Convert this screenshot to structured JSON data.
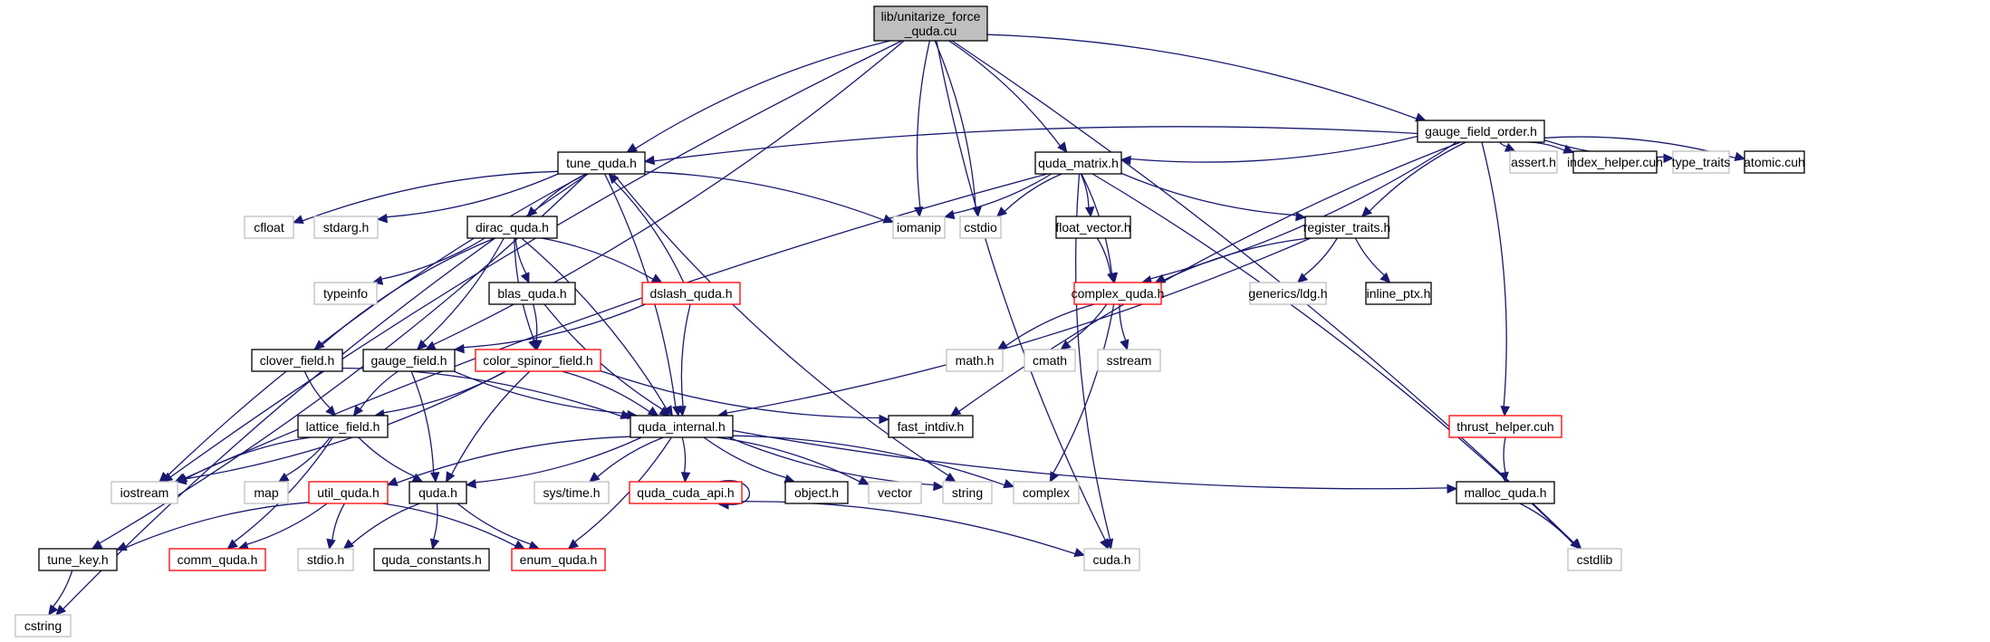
{
  "diagram": {
    "title": "Include dependency graph for unitarize_force_quda.cu",
    "style_colors": {
      "edge": "#191970",
      "root_fill": "#bfbfbf",
      "documented_border": "#000000",
      "undocumented_border": "#ff0000",
      "external_border": "#bfbfbf"
    },
    "nodes": [
      {
        "id": "root",
        "label": [
          "lib/unitarize_force",
          "_quda.cu"
        ],
        "kind": "root"
      },
      {
        "id": "gauge_field_order",
        "label": [
          "gauge_field_order.h"
        ],
        "kind": "documented"
      },
      {
        "id": "tune_quda",
        "label": [
          "tune_quda.h"
        ],
        "kind": "documented"
      },
      {
        "id": "quda_matrix",
        "label": [
          "quda_matrix.h"
        ],
        "kind": "documented"
      },
      {
        "id": "assert",
        "label": [
          "assert.h"
        ],
        "kind": "external"
      },
      {
        "id": "index_helper",
        "label": [
          "index_helper.cuh"
        ],
        "kind": "documented"
      },
      {
        "id": "type_traits",
        "label": [
          "type_traits"
        ],
        "kind": "external"
      },
      {
        "id": "atomic",
        "label": [
          "atomic.cuh"
        ],
        "kind": "documented"
      },
      {
        "id": "cfloat",
        "label": [
          "cfloat"
        ],
        "kind": "external"
      },
      {
        "id": "stdarg",
        "label": [
          "stdarg.h"
        ],
        "kind": "external"
      },
      {
        "id": "dirac_quda",
        "label": [
          "dirac_quda.h"
        ],
        "kind": "documented"
      },
      {
        "id": "iomanip",
        "label": [
          "iomanip"
        ],
        "kind": "external"
      },
      {
        "id": "cstdio",
        "label": [
          "cstdio"
        ],
        "kind": "external"
      },
      {
        "id": "float_vector",
        "label": [
          "float_vector.h"
        ],
        "kind": "documented"
      },
      {
        "id": "register_traits",
        "label": [
          "register_traits.h"
        ],
        "kind": "documented"
      },
      {
        "id": "typeinfo",
        "label": [
          "typeinfo"
        ],
        "kind": "external"
      },
      {
        "id": "blas_quda",
        "label": [
          "blas_quda.h"
        ],
        "kind": "documented"
      },
      {
        "id": "dslash_quda",
        "label": [
          "dslash_quda.h"
        ],
        "kind": "undocumented"
      },
      {
        "id": "complex_quda",
        "label": [
          "complex_quda.h"
        ],
        "kind": "undocumented"
      },
      {
        "id": "generics_ldg",
        "label": [
          "generics/ldg.h"
        ],
        "kind": "external"
      },
      {
        "id": "inline_ptx",
        "label": [
          "inline_ptx.h"
        ],
        "kind": "documented"
      },
      {
        "id": "clover_field",
        "label": [
          "clover_field.h"
        ],
        "kind": "documented"
      },
      {
        "id": "gauge_field",
        "label": [
          "gauge_field.h"
        ],
        "kind": "documented"
      },
      {
        "id": "color_spinor_field",
        "label": [
          "color_spinor_field.h"
        ],
        "kind": "undocumented"
      },
      {
        "id": "math_h",
        "label": [
          "math.h"
        ],
        "kind": "external"
      },
      {
        "id": "cmath",
        "label": [
          "cmath"
        ],
        "kind": "external"
      },
      {
        "id": "sstream",
        "label": [
          "sstream"
        ],
        "kind": "external"
      },
      {
        "id": "lattice_field",
        "label": [
          "lattice_field.h"
        ],
        "kind": "documented"
      },
      {
        "id": "quda_internal",
        "label": [
          "quda_internal.h"
        ],
        "kind": "documented"
      },
      {
        "id": "fast_intdiv",
        "label": [
          "fast_intdiv.h"
        ],
        "kind": "documented"
      },
      {
        "id": "thrust_helper",
        "label": [
          "thrust_helper.cuh"
        ],
        "kind": "undocumented"
      },
      {
        "id": "iostream",
        "label": [
          "iostream"
        ],
        "kind": "external"
      },
      {
        "id": "map",
        "label": [
          "map"
        ],
        "kind": "external"
      },
      {
        "id": "util_quda",
        "label": [
          "util_quda.h"
        ],
        "kind": "undocumented"
      },
      {
        "id": "quda_h",
        "label": [
          "quda.h"
        ],
        "kind": "documented"
      },
      {
        "id": "sys_time",
        "label": [
          "sys/time.h"
        ],
        "kind": "external"
      },
      {
        "id": "quda_cuda_api",
        "label": [
          "quda_cuda_api.h"
        ],
        "kind": "undocumented"
      },
      {
        "id": "object",
        "label": [
          "object.h"
        ],
        "kind": "documented"
      },
      {
        "id": "vector",
        "label": [
          "vector"
        ],
        "kind": "external"
      },
      {
        "id": "string",
        "label": [
          "string"
        ],
        "kind": "external"
      },
      {
        "id": "complex",
        "label": [
          "complex"
        ],
        "kind": "external"
      },
      {
        "id": "malloc_quda",
        "label": [
          "malloc_quda.h"
        ],
        "kind": "documented"
      },
      {
        "id": "tune_key",
        "label": [
          "tune_key.h"
        ],
        "kind": "documented"
      },
      {
        "id": "comm_quda",
        "label": [
          "comm_quda.h"
        ],
        "kind": "undocumented"
      },
      {
        "id": "stdio",
        "label": [
          "stdio.h"
        ],
        "kind": "external"
      },
      {
        "id": "quda_constants",
        "label": [
          "quda_constants.h"
        ],
        "kind": "documented"
      },
      {
        "id": "enum_quda",
        "label": [
          "enum_quda.h"
        ],
        "kind": "undocumented"
      },
      {
        "id": "cuda_h",
        "label": [
          "cuda.h"
        ],
        "kind": "external"
      },
      {
        "id": "cstdlib",
        "label": [
          "cstdlib"
        ],
        "kind": "external"
      },
      {
        "id": "cstring",
        "label": [
          "cstring"
        ],
        "kind": "external"
      }
    ],
    "edges": [
      [
        "root",
        "gauge_field_order"
      ],
      [
        "root",
        "tune_quda"
      ],
      [
        "root",
        "quda_matrix"
      ],
      [
        "root",
        "iomanip"
      ],
      [
        "root",
        "cstdio"
      ],
      [
        "root",
        "cuda_h"
      ],
      [
        "root",
        "cstdlib"
      ],
      [
        "root",
        "iostream"
      ],
      [
        "root",
        "gauge_field"
      ],
      [
        "gauge_field_order",
        "tune_quda"
      ],
      [
        "gauge_field_order",
        "quda_matrix"
      ],
      [
        "gauge_field_order",
        "assert"
      ],
      [
        "gauge_field_order",
        "index_helper"
      ],
      [
        "gauge_field_order",
        "type_traits"
      ],
      [
        "gauge_field_order",
        "atomic"
      ],
      [
        "gauge_field_order",
        "register_traits"
      ],
      [
        "gauge_field_order",
        "complex_quda"
      ],
      [
        "gauge_field_order",
        "fast_intdiv"
      ],
      [
        "gauge_field_order",
        "thrust_helper"
      ],
      [
        "tune_quda",
        "cfloat"
      ],
      [
        "tune_quda",
        "stdarg"
      ],
      [
        "tune_quda",
        "dirac_quda"
      ],
      [
        "tune_quda",
        "iomanip"
      ],
      [
        "tune_quda",
        "string"
      ],
      [
        "tune_quda",
        "quda_internal"
      ],
      [
        "tune_quda",
        "iostream"
      ],
      [
        "tune_quda",
        "tune_key"
      ],
      [
        "tune_quda",
        "cstring"
      ],
      [
        "quda_matrix",
        "iomanip"
      ],
      [
        "quda_matrix",
        "cstdio"
      ],
      [
        "quda_matrix",
        "float_vector"
      ],
      [
        "quda_matrix",
        "register_traits"
      ],
      [
        "quda_matrix",
        "complex_quda"
      ],
      [
        "quda_matrix",
        "cuda_h"
      ],
      [
        "quda_matrix",
        "cstdlib"
      ],
      [
        "quda_matrix",
        "iostream"
      ],
      [
        "dirac_quda",
        "typeinfo"
      ],
      [
        "dirac_quda",
        "blas_quda"
      ],
      [
        "dirac_quda",
        "dslash_quda"
      ],
      [
        "dirac_quda",
        "clover_field"
      ],
      [
        "dirac_quda",
        "gauge_field"
      ],
      [
        "dirac_quda",
        "color_spinor_field"
      ],
      [
        "dirac_quda",
        "quda_internal"
      ],
      [
        "dslash_quda",
        "tune_quda"
      ],
      [
        "dslash_quda",
        "gauge_field"
      ],
      [
        "dslash_quda",
        "quda_internal"
      ],
      [
        "blas_quda",
        "color_spinor_field"
      ],
      [
        "blas_quda",
        "quda_internal"
      ],
      [
        "float_vector",
        "complex_quda"
      ],
      [
        "register_traits",
        "complex_quda"
      ],
      [
        "register_traits",
        "generics_ldg"
      ],
      [
        "register_traits",
        "inline_ptx"
      ],
      [
        "register_traits",
        "quda_internal"
      ],
      [
        "complex_quda",
        "math_h"
      ],
      [
        "complex_quda",
        "cmath"
      ],
      [
        "complex_quda",
        "sstream"
      ],
      [
        "complex_quda",
        "complex"
      ],
      [
        "clover_field",
        "lattice_field"
      ],
      [
        "clover_field",
        "quda_internal"
      ],
      [
        "gauge_field",
        "lattice_field"
      ],
      [
        "gauge_field",
        "quda_h"
      ],
      [
        "gauge_field",
        "quda_internal"
      ],
      [
        "color_spinor_field",
        "lattice_field"
      ],
      [
        "color_spinor_field",
        "quda_h"
      ],
      [
        "color_spinor_field",
        "quda_internal"
      ],
      [
        "color_spinor_field",
        "fast_intdiv"
      ],
      [
        "color_spinor_field",
        "iostream"
      ],
      [
        "lattice_field",
        "iostream"
      ],
      [
        "lattice_field",
        "map"
      ],
      [
        "lattice_field",
        "quda_h"
      ],
      [
        "lattice_field",
        "comm_quda"
      ],
      [
        "quda_internal",
        "util_quda"
      ],
      [
        "quda_internal",
        "quda_h"
      ],
      [
        "quda_internal",
        "sys_time"
      ],
      [
        "quda_internal",
        "quda_cuda_api"
      ],
      [
        "quda_internal",
        "object"
      ],
      [
        "quda_internal",
        "vector"
      ],
      [
        "quda_internal",
        "string"
      ],
      [
        "quda_internal",
        "complex"
      ],
      [
        "quda_internal",
        "malloc_quda"
      ],
      [
        "quda_internal",
        "enum_quda"
      ],
      [
        "quda_cuda_api",
        "quda_cuda_api"
      ],
      [
        "quda_cuda_api",
        "cuda_h"
      ],
      [
        "thrust_helper",
        "malloc_quda"
      ],
      [
        "malloc_quda",
        "cstdlib"
      ],
      [
        "util_quda",
        "tune_key"
      ],
      [
        "util_quda",
        "comm_quda"
      ],
      [
        "util_quda",
        "stdio"
      ],
      [
        "util_quda",
        "enum_quda"
      ],
      [
        "quda_h",
        "stdio"
      ],
      [
        "quda_h",
        "quda_constants"
      ],
      [
        "quda_h",
        "enum_quda"
      ],
      [
        "tune_key",
        "cstring"
      ]
    ]
  }
}
